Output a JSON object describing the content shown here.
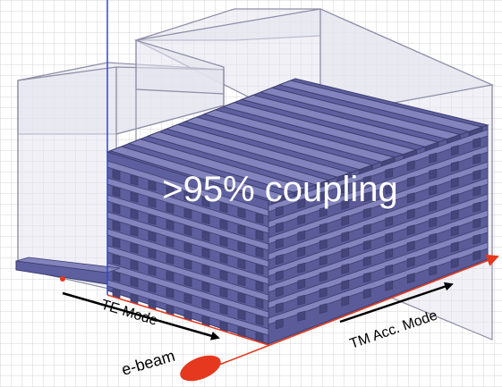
{
  "headline": ">95% coupling",
  "labels": {
    "te_mode": "TE Mode",
    "tm_mode": "TM Acc. Mode",
    "ebeam": "e-beam"
  },
  "colors": {
    "structure_fill": "#5e5f9f",
    "structure_dark": "#45467c",
    "structure_light": "#8384bd",
    "box_fill": "#e4e4ef",
    "box_edge": "#8d8da6",
    "grid": "#d6d6d6",
    "axis_blue": "#2f48d8",
    "beam_red": "#e5381f",
    "headline": "#ffffff",
    "label": "#000000"
  }
}
